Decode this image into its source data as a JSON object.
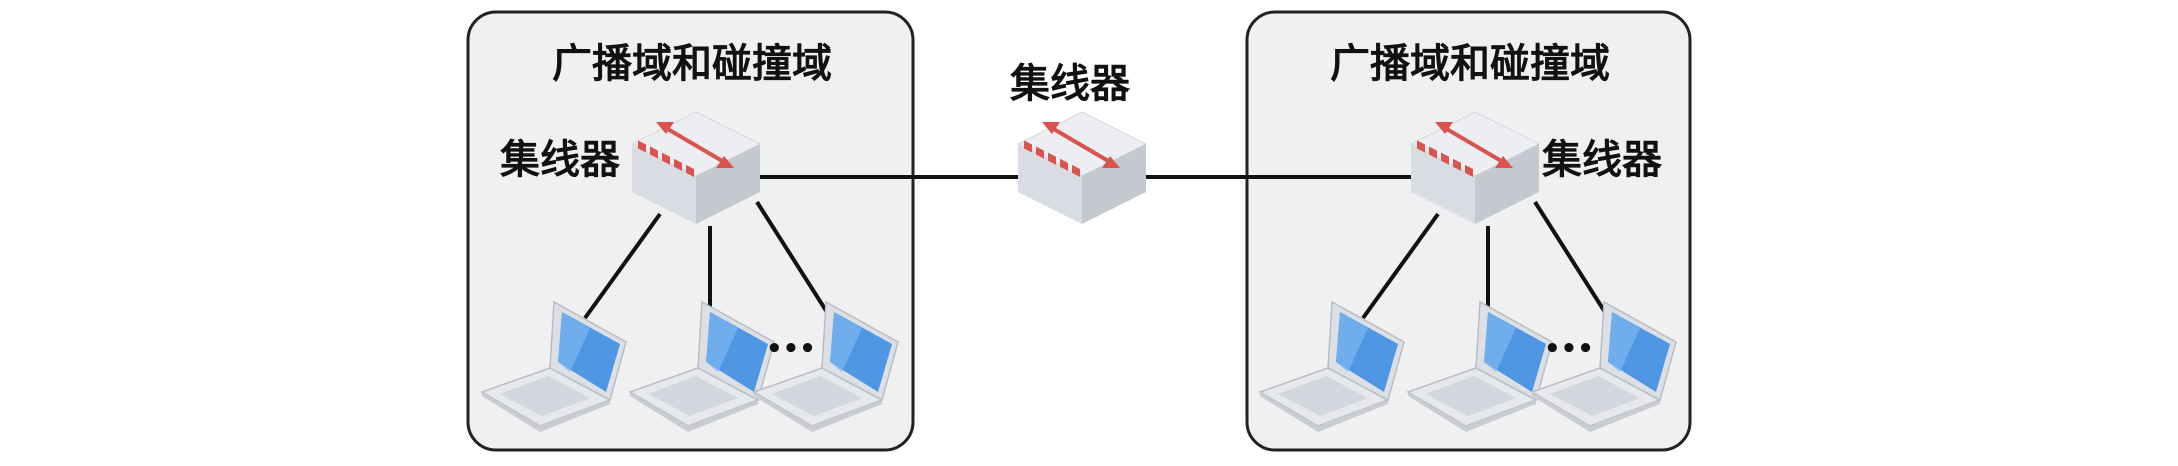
{
  "left_domain": {
    "title": "广播域和碰撞域",
    "hub_label": "集线器",
    "ellipsis": "•••"
  },
  "center": {
    "hub_label": "集线器"
  },
  "right_domain": {
    "title": "广播域和碰撞域",
    "hub_label": "集线器",
    "ellipsis": "•••"
  },
  "colors": {
    "domain_fill": "#f0f0f0",
    "domain_border": "#222222",
    "link": "#111111",
    "hub_top": "#eceef2",
    "hub_left": "#d9dce2",
    "hub_right": "#c4c8cf",
    "hub_accent": "#d9534f",
    "laptop_screen": "#4f97e3",
    "laptop_body": "#e6e8ec"
  },
  "icons": {
    "hub": "hub-icon",
    "laptop": "laptop-icon"
  }
}
